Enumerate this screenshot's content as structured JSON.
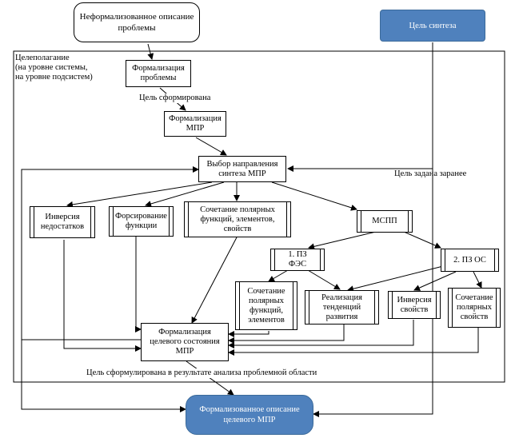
{
  "top": {
    "informal_description": "Неформализованное описание\nпроблемы",
    "goal_of_synthesis": "Цель синтеза"
  },
  "frame": {
    "title": "Целеполагание\n(на уровне системы,\nна уровне подсистем)"
  },
  "steps": {
    "formalize_problem": "Формализация\nпроблемы",
    "goal_formed": "Цель сформирована",
    "formalize_mpr": "Формализация\nМПР",
    "choose_direction": "Выбор направления\nсинтеза МПР",
    "goal_given": "Цель задана заранее"
  },
  "methods": {
    "inversion_shortcomings": "Инверсия\nнедостатков",
    "forcing_function": "Форсирование\nфункции",
    "polar_combination": "Сочетание полярных\nфункций, элементов,\nсвойств",
    "mspp": "МСПП"
  },
  "sub_methods": {
    "pz_fes": "1. ПЗ\nФЭС",
    "pz_os": "2. ПЗ ОС",
    "polar_combination_short": "Сочетание\nполярных\nфункций,\nэлементов",
    "trend_realization": "Реализация\nтенденций\nразвития",
    "inversion_properties": "Инверсия\nсвойств",
    "polar_properties": "Сочетание полярных\nсвойств"
  },
  "result": {
    "formalize_target_state": "Формализация\nцелевого состояния\nМПР",
    "goal_formulated": "Цель сформулирована в результате анализа проблемной области",
    "formal_description": "Формализованное описание\nцелевого МПР"
  }
}
